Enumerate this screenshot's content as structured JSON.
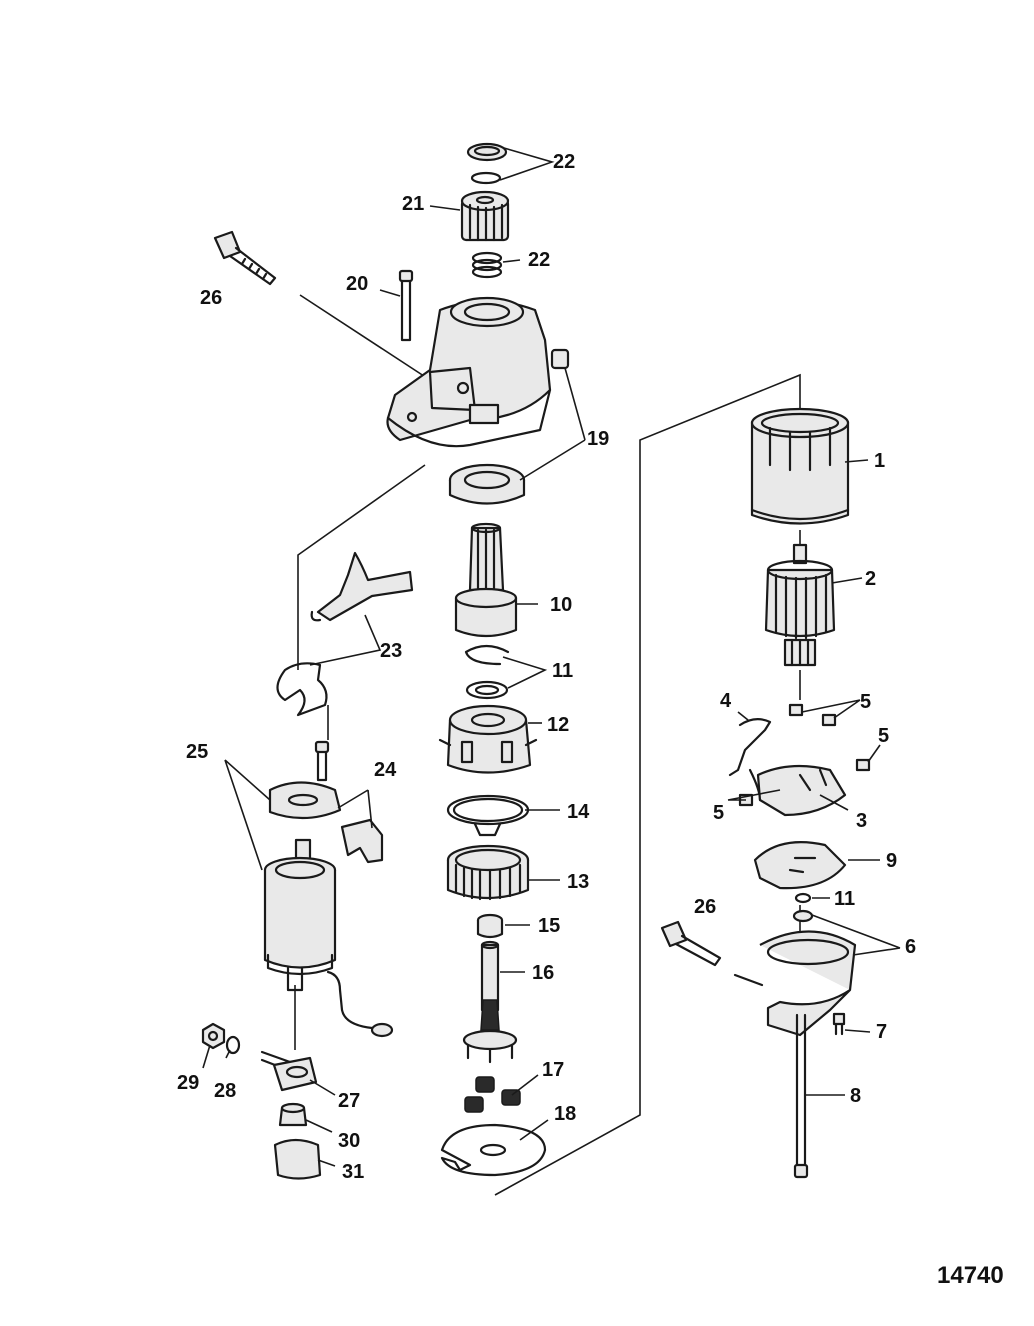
{
  "drawing_number": "14740",
  "callouts": {
    "c1": "1",
    "c2": "2",
    "c3": "3",
    "c4": "4",
    "c5a": "5",
    "c5b": "5",
    "c5c": "5",
    "c6": "6",
    "c7": "7",
    "c8": "8",
    "c9": "9",
    "c10": "10",
    "c11a": "11",
    "c11b": "11",
    "c12": "12",
    "c13": "13",
    "c14": "14",
    "c15": "15",
    "c16": "16",
    "c17": "17",
    "c18": "18",
    "c19": "19",
    "c20": "20",
    "c21": "21",
    "c22a": "22",
    "c22b": "22",
    "c23": "23",
    "c24": "24",
    "c25": "25",
    "c26a": "26",
    "c26b": "26",
    "c27": "27",
    "c28": "28",
    "c29": "29",
    "c30": "30",
    "c31": "31"
  }
}
